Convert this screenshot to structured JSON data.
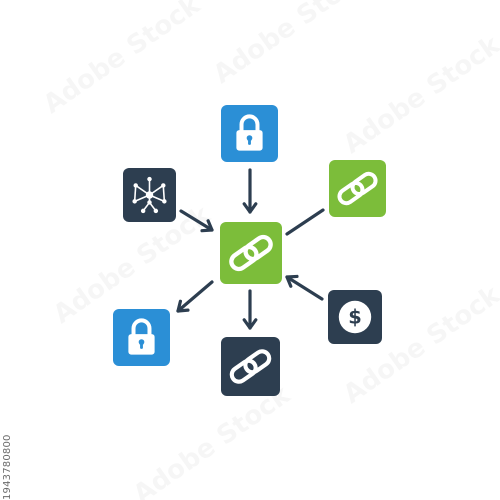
{
  "watermark": {
    "text": "Adobe Stock"
  },
  "stock_id": "1943780800",
  "colors": {
    "blue": "#2b8fd6",
    "green": "#7cbd3a",
    "navy": "#2d3e50",
    "arrow": "#2d3e50",
    "glyph": "#ffffff"
  },
  "nodes": [
    {
      "id": "hub",
      "color": "green",
      "icon": "chain-link-icon",
      "name": "hub-link-tile"
    },
    {
      "id": "top-lock",
      "color": "blue",
      "icon": "padlock-icon",
      "name": "lock-tile-top"
    },
    {
      "id": "network",
      "color": "navy",
      "icon": "network-nodes-icon",
      "name": "network-tile"
    },
    {
      "id": "right-link",
      "color": "green",
      "icon": "chain-link-icon",
      "name": "link-tile-right"
    },
    {
      "id": "dollar",
      "color": "navy",
      "icon": "dollar-coin-icon",
      "name": "dollar-tile"
    },
    {
      "id": "bottom-link",
      "color": "navy",
      "icon": "chain-link-icon",
      "name": "link-tile-bottom"
    },
    {
      "id": "left-lock",
      "color": "blue",
      "icon": "padlock-icon",
      "name": "lock-tile-left"
    }
  ],
  "edges": [
    {
      "from": "top-lock",
      "to": "hub",
      "arrowhead": true
    },
    {
      "from": "network",
      "to": "hub",
      "arrowhead": true
    },
    {
      "from": "hub",
      "to": "right-link",
      "arrowhead": false
    },
    {
      "from": "dollar",
      "to": "hub",
      "arrowhead": true
    },
    {
      "from": "hub",
      "to": "bottom-link",
      "arrowhead": true
    },
    {
      "from": "hub",
      "to": "left-lock",
      "arrowhead": true
    }
  ]
}
